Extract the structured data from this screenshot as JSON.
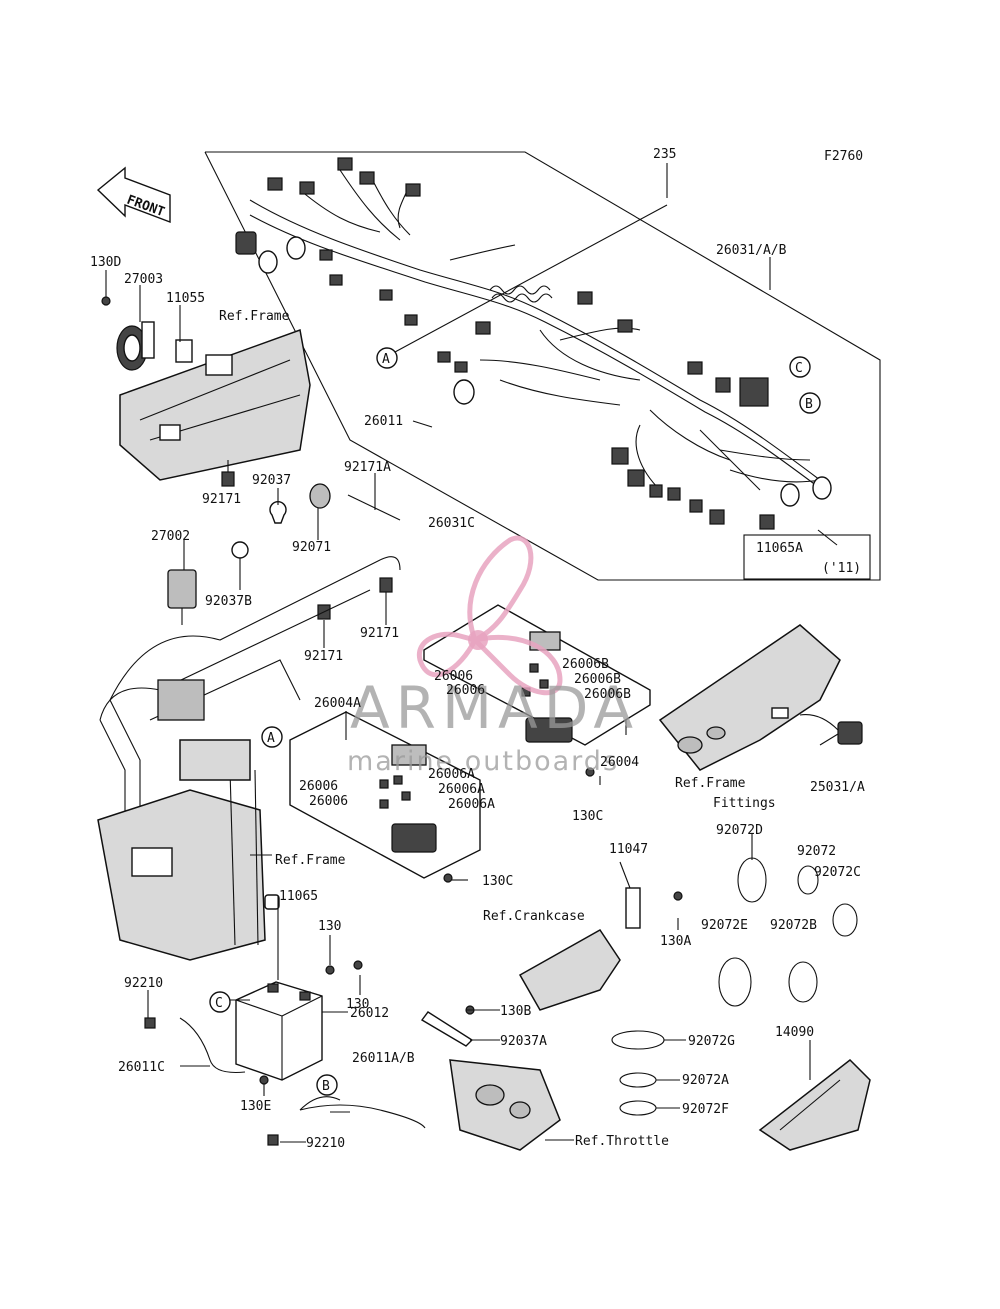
{
  "figure_code": "F2760",
  "front_arrow": "FRONT",
  "watermark": {
    "brand": "ARMADA",
    "tagline": "marine outboards",
    "color": "#e7a3c0"
  },
  "callouts": {
    "p235": "235",
    "p26031AB": "26031/A/B",
    "p130D": "130D",
    "p27003": "27003",
    "p11055": "11055",
    "refFrame1": "Ref.Frame",
    "p26011": "26011",
    "p11065A": "11065A",
    "y11": "('11)",
    "p92037": "92037",
    "p92171A": "92171A",
    "p92171a": "92171",
    "p92071": "92071",
    "p26031C": "26031C",
    "p27002": "27002",
    "p92037B": "92037B",
    "p92171b": "92171",
    "p92171c": "92171",
    "p26006a": "26006",
    "p26006Ba": "26006B",
    "p26006Bb": "26006B",
    "p26006b": "26006",
    "p26006Bc": "26006B",
    "p26004A": "26004A",
    "p26004": "26004",
    "p130Ca": "130C",
    "p26006c": "26006",
    "p26006Aa": "26006A",
    "p26006Ab": "26006A",
    "p26006d": "26006",
    "p26006Ac": "26006A",
    "refFrame2": "Ref.Frame",
    "p130Cb": "130C",
    "refFrameFittings1": "Ref.Frame",
    "refFrameFittings2": "Fittings",
    "p25031A": "25031/A",
    "p92072D": "92072D",
    "p92072": "92072",
    "p92072C": "92072C",
    "p11047": "11047",
    "refCrankcase": "Ref.Crankcase",
    "p130A": "130A",
    "p92072E": "92072E",
    "p92072B": "92072B",
    "p11065": "11065",
    "p130a": "130",
    "p130b": "130",
    "p92210a": "92210",
    "p26012": "26012",
    "p130B": "130B",
    "p92037A": "92037A",
    "p92072G": "92072G",
    "p14090": "14090",
    "p26011C": "26011C",
    "p26011AB": "26011A/B",
    "p92072A": "92072A",
    "p92072F": "92072F",
    "p130E": "130E",
    "p92210b": "92210",
    "refThrottle": "Ref.Throttle"
  },
  "connectors": {
    "A1": "A",
    "A2": "A",
    "B1": "B",
    "B2": "B",
    "C1": "C",
    "C2": "C"
  }
}
